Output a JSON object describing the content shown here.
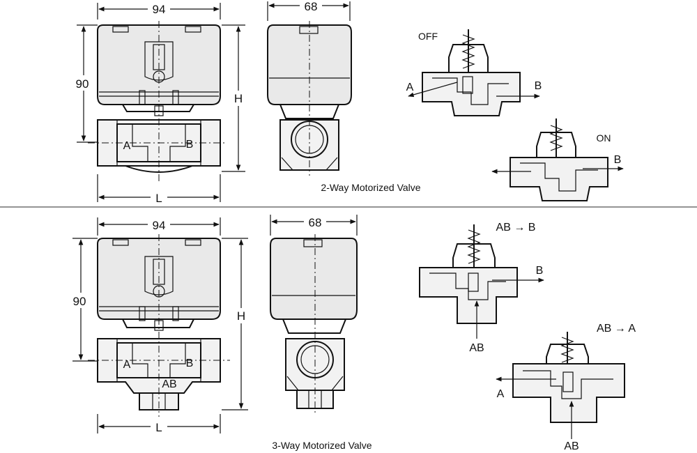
{
  "two_way": {
    "caption": "2-Way Motorized Valve",
    "front": {
      "width": "94",
      "height": "90",
      "total_height": "H",
      "length": "L",
      "port_a": "A",
      "port_b": "B"
    },
    "side": {
      "width": "68"
    },
    "off_view": {
      "state": "OFF",
      "port_a": "A",
      "port_b": "B"
    },
    "on_view": {
      "state": "ON",
      "port_b": "B"
    }
  },
  "three_way": {
    "caption": "3-Way Motorized Valve",
    "front": {
      "width": "94",
      "height": "90",
      "total_height": "H",
      "length": "L",
      "port_a": "A",
      "port_b": "B",
      "port_ab": "AB"
    },
    "side": {
      "width": "68"
    },
    "flow1": {
      "title": "AB → B",
      "port_b": "B",
      "port_ab": "AB"
    },
    "flow2": {
      "title": "AB → A",
      "port_a": "A",
      "port_ab": "AB"
    }
  }
}
